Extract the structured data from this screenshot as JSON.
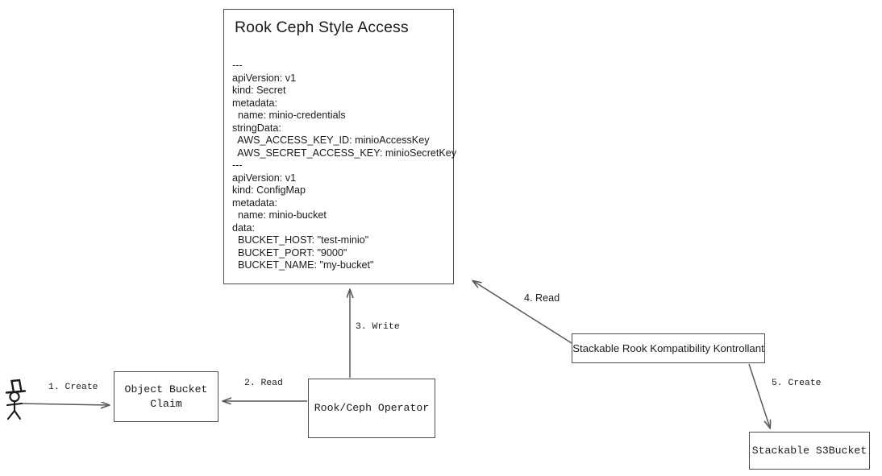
{
  "diagram": {
    "title": "Rook Ceph Style Access",
    "background_color": "#ffffff",
    "stroke_color": "#4d4d4d",
    "text_color": "#1a1a1a"
  },
  "spec_card": {
    "title": "Rook Ceph Style Access",
    "yaml": "---\napiVersion: v1\nkind: Secret\nmetadata:\n  name: minio-credentials\nstringData:\n  AWS_ACCESS_KEY_ID: minioAccessKey\n  AWS_SECRET_ACCESS_KEY: minioSecretKey\n---\napiVersion: v1\nkind: ConfigMap\nmetadata:\n  name: minio-bucket\ndata:\n  BUCKET_HOST: \"test-minio\"\n  BUCKET_PORT: \"9000\"\n  BUCKET_NAME: \"my-bucket\""
  },
  "nodes": {
    "actor": "user-actor",
    "object_bucket_claim": "Object Bucket\nClaim",
    "operator": "Rook/Ceph Operator",
    "kontrollant": "Stackable Rook Kompatibility Kontrollant",
    "s3bucket": "Stackable S3Bucket"
  },
  "edges": [
    {
      "id": "1",
      "label": "1. Create",
      "from": "actor",
      "to": "object_bucket_claim"
    },
    {
      "id": "2",
      "label": "2. Read",
      "from": "operator",
      "to": "object_bucket_claim"
    },
    {
      "id": "3",
      "label": "3. Write",
      "from": "operator",
      "to": "spec_card"
    },
    {
      "id": "4",
      "label": "4. Read",
      "from": "kontrollant",
      "to": "spec_card"
    },
    {
      "id": "5",
      "label": "5. Create",
      "from": "kontrollant",
      "to": "s3bucket"
    }
  ]
}
